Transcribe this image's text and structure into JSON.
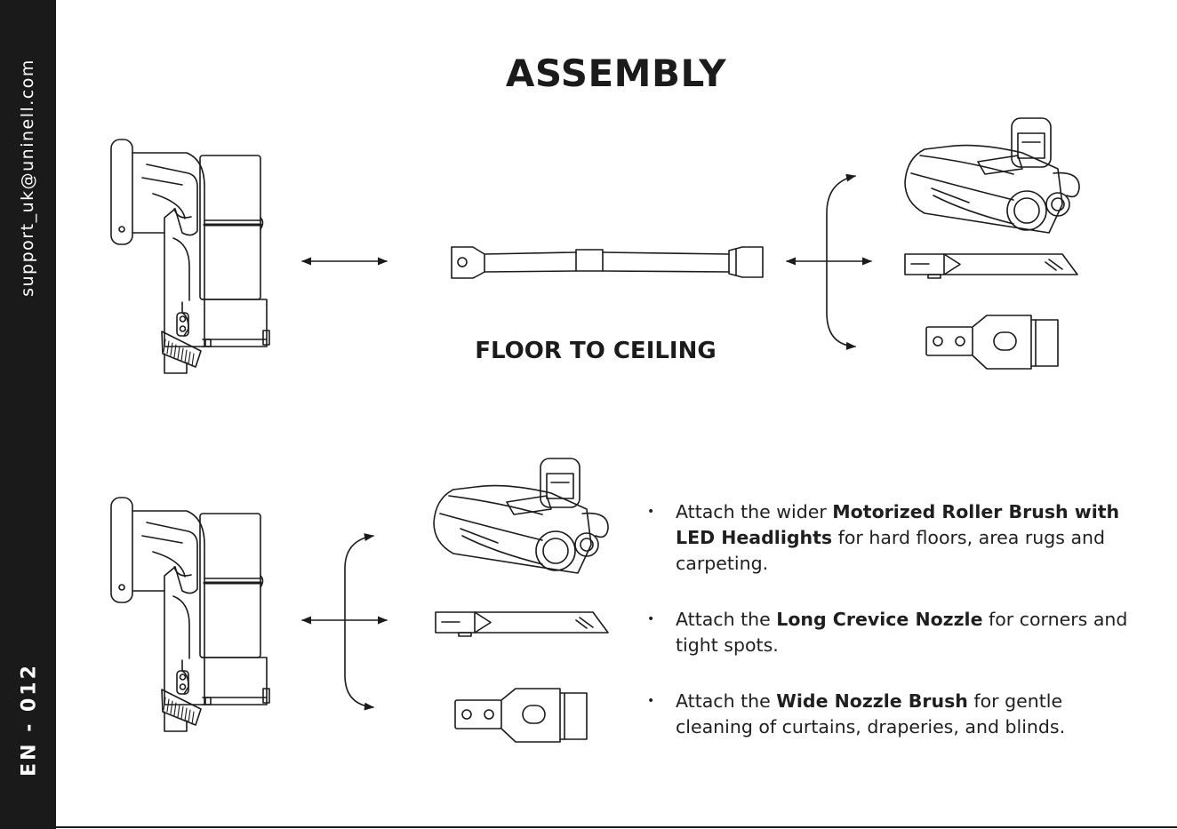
{
  "sidebar": {
    "email": "support_uk@uninell.com",
    "page": "EN - 012"
  },
  "title": "ASSEMBLY",
  "subtitle": "FLOOR TO CEILING",
  "icons": [
    "vacuum-handle-icon",
    "extension-tube-icon",
    "roller-brush-icon",
    "crevice-nozzle-icon",
    "nozzle-brush-icon",
    "double-arrow-icon"
  ],
  "bullets": [
    {
      "pre": "Attach the wider ",
      "bold": "Motorized Roller Brush with LED Headlights",
      "post": " for hard floors, area rugs and carpeting."
    },
    {
      "pre": "Attach the ",
      "bold": "Long Crevice Nozzle",
      "post": " for corners and tight spots."
    },
    {
      "pre": "Attach the ",
      "bold": "Wide Nozzle Brush",
      "post": " for gentle cleaning of curtains, draperies, and blinds."
    }
  ],
  "colors": {
    "sidebar": "#1a1a1a",
    "ink": "#1b1b1b",
    "background": "#ffffff"
  }
}
